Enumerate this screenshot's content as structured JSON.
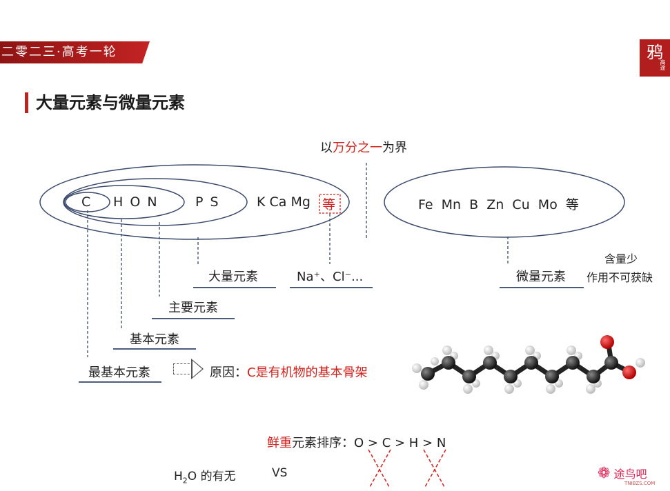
{
  "header": {
    "banner_text": "二零二三·高考一轮",
    "logo_char": "鸦",
    "logo_sub": "高途"
  },
  "slide": {
    "title": "大量元素与微量元素",
    "boundary_prefix": "以",
    "boundary_highlight": "万分之一",
    "boundary_suffix": "为界"
  },
  "macro": {
    "el_C": "C",
    "el_HON": "H O N",
    "el_PS": "P S",
    "el_KCaMg": "K Ca Mg",
    "etc": "等",
    "ions": "Na⁺、Cl⁻...",
    "label_macro": "大量元素",
    "label_main": "主要元素",
    "label_basic": "基本元素",
    "label_most_basic": "最基本元素",
    "reason_prefix": "原因：",
    "reason_text": "C是有机物的基本骨架"
  },
  "micro": {
    "elements": "Fe  Mn  B  Zn  Cu  Mo  等",
    "label": "微量元素",
    "note_line1": "含量少",
    "note_line2": "作用不可获缺"
  },
  "fresh": {
    "prefix": "鲜重",
    "rest": "元素排序：",
    "order": "O > C > H > N"
  },
  "water": {
    "h": "H",
    "sub": "2",
    "rest": "O 的有无",
    "vs": "VS"
  },
  "watermark": {
    "text": "途鸟吧",
    "url": "TNIBZS.COM"
  }
}
